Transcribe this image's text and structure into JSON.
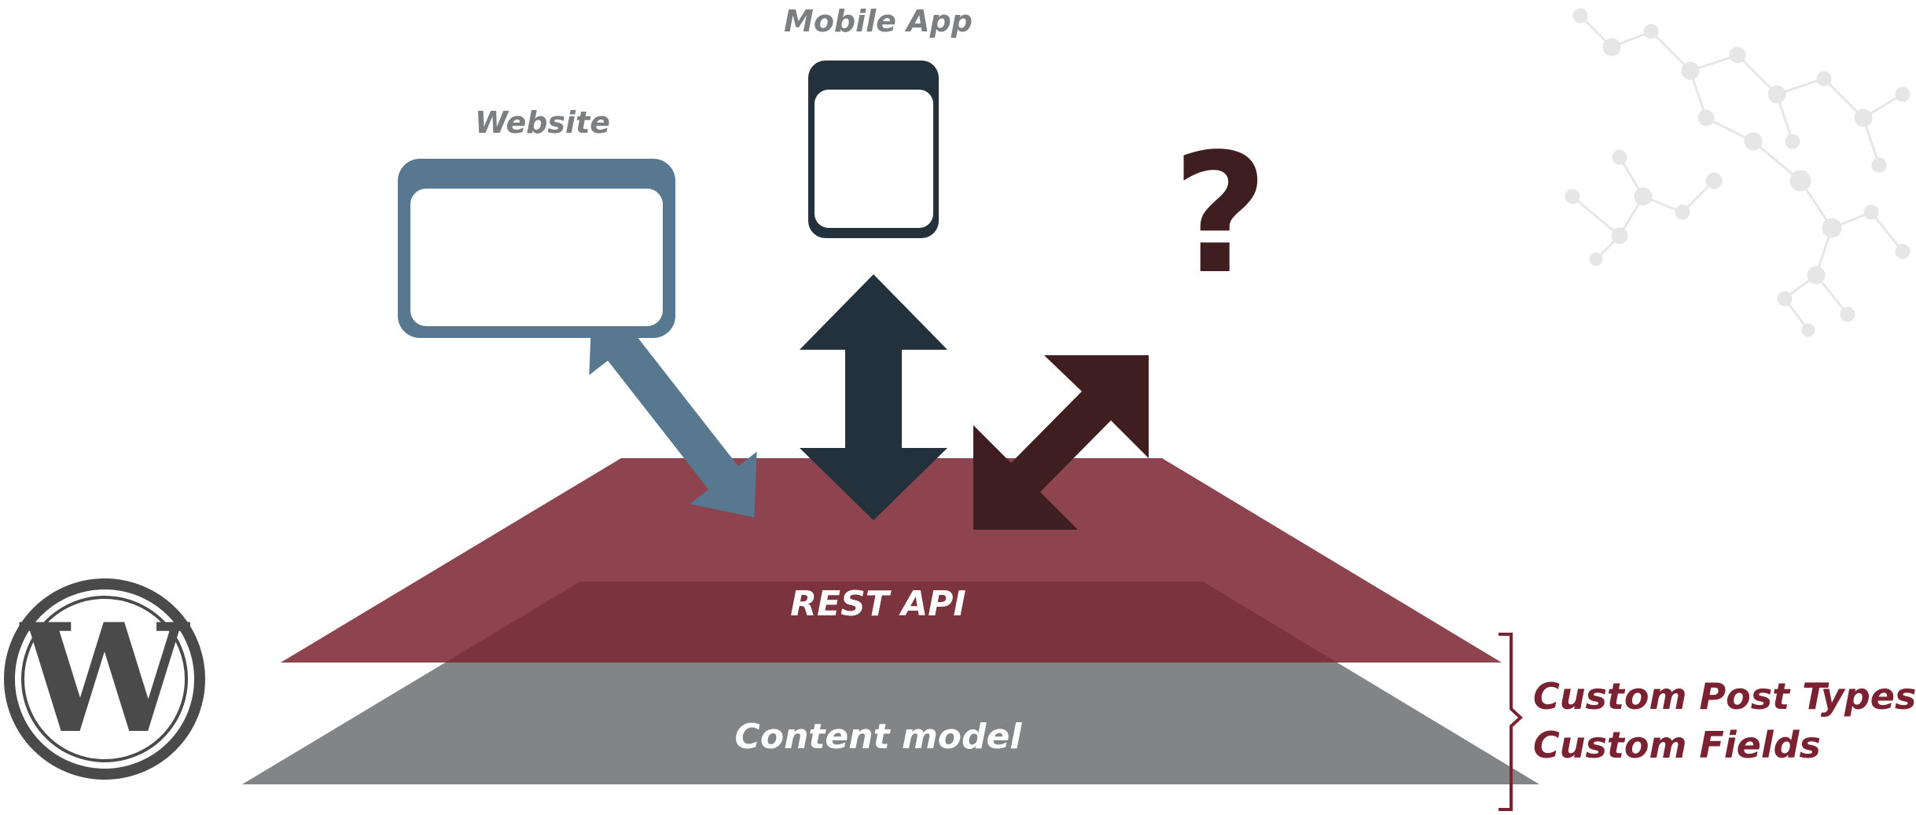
{
  "labels": {
    "mobile_app": "Mobile App",
    "website": "Website",
    "rest_api": "REST API",
    "content_model": "Content model",
    "question_mark": "?",
    "wordpress_logo_letter": "W"
  },
  "callout": {
    "line1": "Custom Post Types",
    "line2": "Custom Fields"
  },
  "colors": {
    "label_gray": "#7d7e80",
    "website_blue": "#57788f",
    "mobile_dark": "#22313c",
    "api_red": "#8a4049",
    "api_band": "#772d3a",
    "content_gray": "#838486",
    "unknown_brown": "#3f1e20",
    "callout_red": "#7b2232",
    "logo_gray": "#4a4a4a",
    "molecule_gray": "#b0b0b0"
  },
  "icons": [
    "wordpress-logo-icon",
    "molecule-decoration",
    "question-mark-icon"
  ]
}
